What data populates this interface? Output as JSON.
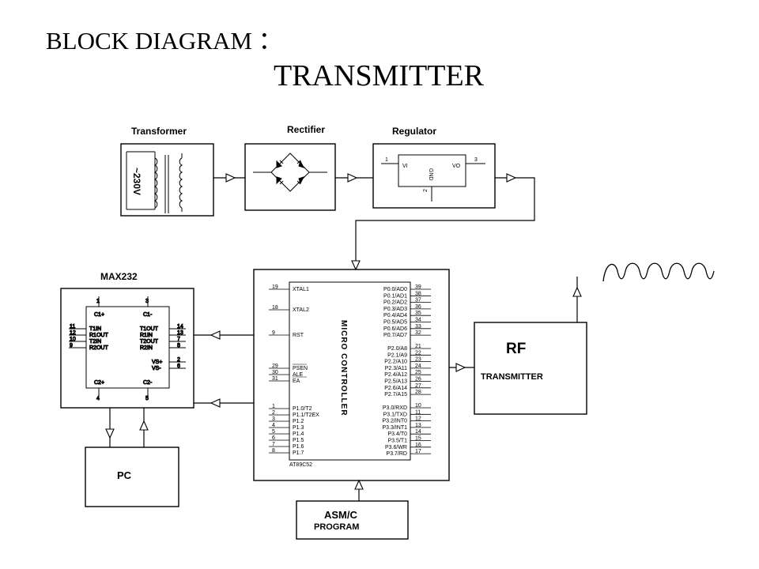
{
  "title": "BLOCK DIAGRAM ：",
  "subtitle": "TRANSMITTER",
  "blocks": {
    "transformer": {
      "label": "Transformer",
      "voltage": "~230V"
    },
    "rectifier": {
      "label": "Rectifier"
    },
    "regulator": {
      "label": "Regulator",
      "pin_in": "1",
      "pin_out": "3",
      "pin_gnd": "2",
      "vi": "VI",
      "vo": "VO",
      "gnd": "GND"
    },
    "max232": {
      "label": "MAX232",
      "top_pins": [
        "1",
        "3"
      ],
      "top_labels": [
        "C1+",
        "C1-"
      ],
      "left_pins": [
        "11",
        "12",
        "10",
        "9"
      ],
      "left_labels": [
        "T1IN",
        "R1OUT",
        "T2IN",
        "R2OUT"
      ],
      "right_labels": [
        "T1OUT",
        "R1IN",
        "T2OUT",
        "R2IN"
      ],
      "right_pins": [
        "14",
        "13",
        "7",
        "8"
      ],
      "vs_labels": [
        "VS+",
        "VS-"
      ],
      "vs_pins": [
        "2",
        "6"
      ],
      "bottom_labels": [
        "C2+",
        "C2-"
      ],
      "bottom_pins": [
        "4",
        "5"
      ]
    },
    "microcontroller": {
      "label": "MICRO CONTROLLER",
      "part": "AT89C52",
      "left_pins": [
        "19",
        "18",
        "9",
        "29",
        "30",
        "31",
        "1",
        "2",
        "3",
        "4",
        "5",
        "6",
        "7",
        "8"
      ],
      "left_labels": [
        "XTAL1",
        "XTAL2",
        "RST",
        "PSEN",
        "ALE",
        "EA",
        "P1.0/T2",
        "P1.1/T2EX",
        "P1.2",
        "P1.3",
        "P1.4",
        "P1.5",
        "P1.6",
        "P1.7"
      ],
      "right_labels": [
        "P0.0/AD0",
        "P0.1/AD1",
        "P0.2/AD2",
        "P0.3/AD3",
        "P0.4/AD4",
        "P0.5/AD5",
        "P0.6/AD6",
        "P0.7/AD7",
        "P2.0/A8",
        "P2.1/A9",
        "P2.2/A10",
        "P2.3/A11",
        "P2.4/A12",
        "P2.5/A13",
        "P2.6/A14",
        "P2.7/A15",
        "P3.0/RXD",
        "P3.1/TXD",
        "P3.2/INT0",
        "P3.3/INT1",
        "P3.4/T0",
        "P3.5/T1",
        "P3.6/WR",
        "P3.7/RD"
      ],
      "right_pins": [
        "39",
        "38",
        "37",
        "36",
        "35",
        "34",
        "33",
        "32",
        "21",
        "22",
        "23",
        "24",
        "25",
        "26",
        "27",
        "28",
        "10",
        "11",
        "12",
        "13",
        "14",
        "15",
        "16",
        "17"
      ]
    },
    "rf": {
      "label": "RF",
      "sublabel": "TRANSMITTER"
    },
    "pc": {
      "label": "PC"
    },
    "program": {
      "label": "ASM/C",
      "sublabel": "PROGRAM"
    }
  }
}
